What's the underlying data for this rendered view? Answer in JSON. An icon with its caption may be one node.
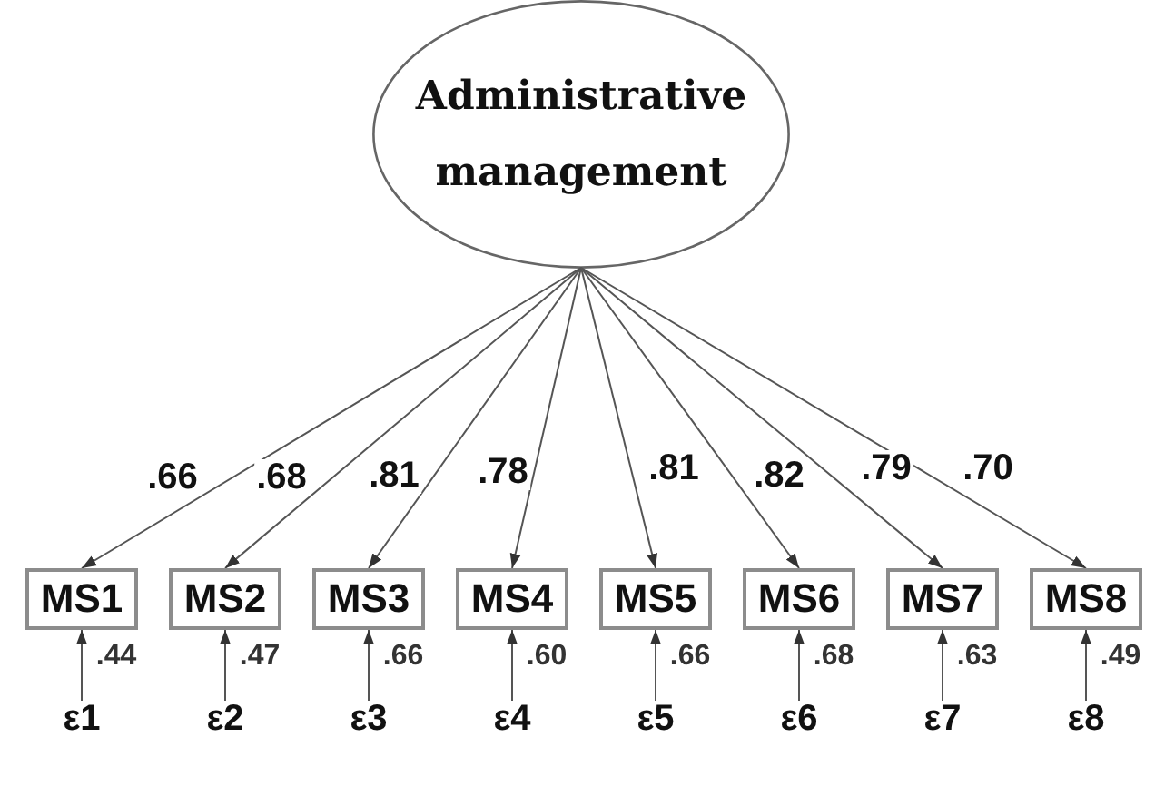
{
  "diagram": {
    "nodes": [
      {
        "text": [
          "Administrative management"
        ]
      },
      {
        "text": [
          "MS1"
        ]
      },
      {
        "text": [
          "MS2"
        ]
      },
      {
        "text": [
          "MS3"
        ]
      },
      {
        "text": [
          "MS4"
        ]
      },
      {
        "text": [
          "MS5"
        ]
      },
      {
        "text": [
          "MS6"
        ]
      },
      {
        "text": [
          "MS7"
        ]
      },
      {
        "text": [
          "MS8"
        ]
      },
      {
        "text": [
          "ε1"
        ]
      },
      {
        "text": [
          "ε2"
        ]
      },
      {
        "text": [
          "ε3"
        ]
      },
      {
        "text": [
          "ε4"
        ]
      },
      {
        "text": [
          "ε5"
        ]
      },
      {
        "text": [
          "ε6"
        ]
      },
      {
        "text": [
          "ε7"
        ]
      },
      {
        "text": [
          "ε8"
        ]
      }
    ],
    "edges": [
      {
        "from": 0,
        "to": 1,
        "arrow": "to",
        "label": ".66"
      },
      {
        "from": 0,
        "to": 2,
        "arrow": "to",
        "label": ".68"
      },
      {
        "from": 0,
        "to": 3,
        "arrow": "to",
        "label": ".81"
      },
      {
        "from": 0,
        "to": 4,
        "arrow": "to",
        "label": ".78"
      },
      {
        "from": 0,
        "to": 5,
        "arrow": "to",
        "label": ".81"
      },
      {
        "from": 0,
        "to": 6,
        "arrow": "to",
        "label": ".82"
      },
      {
        "from": 0,
        "to": 7,
        "arrow": "to",
        "label": ".79"
      },
      {
        "from": 0,
        "to": 8,
        "arrow": "to",
        "label": ".70"
      },
      {
        "from": 9,
        "to": 1,
        "arrow": "to",
        "label": ".44"
      },
      {
        "from": 10,
        "to": 2,
        "arrow": "to",
        "label": ".47"
      },
      {
        "from": 11,
        "to": 3,
        "arrow": "to",
        "label": ".66"
      },
      {
        "from": 12,
        "to": 4,
        "arrow": "to",
        "label": ".60"
      },
      {
        "from": 13,
        "to": 5,
        "arrow": "to",
        "label": ".66"
      },
      {
        "from": 14,
        "to": 6,
        "arrow": "to",
        "label": ".68"
      },
      {
        "from": 15,
        "to": 7,
        "arrow": "to",
        "label": ".63"
      },
      {
        "from": 16,
        "to": 8,
        "arrow": "to",
        "label": ".49"
      }
    ]
  }
}
